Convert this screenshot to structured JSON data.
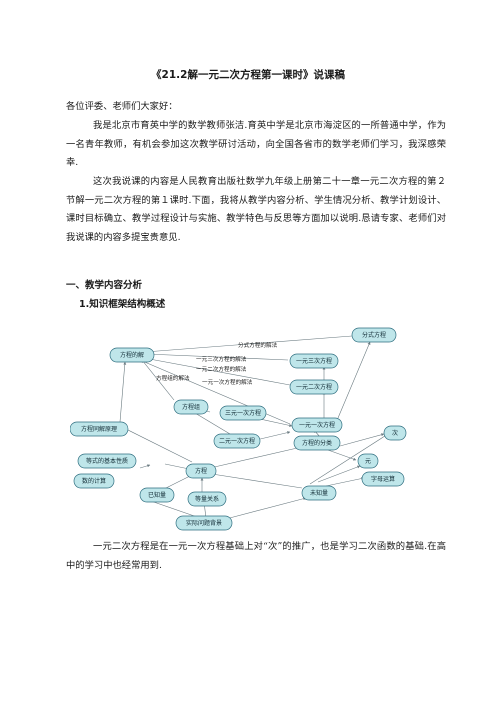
{
  "document": {
    "title": "《21.2解一元二次方程第一课时》说课稿",
    "greeting": "各位评委、老师们大家好：",
    "paragraph1": "我是北京市育英中学的数学教师张洁.育英中学是北京市海淀区的一所普通中学，作为一名青年教师，有机会参加这次教学研讨活动，向全国各省市的数学老师们学习，我深感荣幸.",
    "paragraph2": "这次我说课的内容是人民教育出版社数学九年级上册第二十一章一元二次方程的第２节解一元二次方程的第１课时.下面，我将从教学内容分析、学生情况分析、教学计划设计、课时目标确立、教学过程设计与实施、教学特色与反思等方面加以说明.恳请专家、老师们对我说课的内容多提宝贵意见.",
    "section1_heading": "一、教学内容分析",
    "subsection1_heading": "1.知识框架结构概述",
    "paragraph3": "一元二次方程是在一元一次方程基础上对“次”的推广，也是学习二次函数的基础.在高中的学习中也经常用到."
  },
  "diagram": {
    "node_color": "#bfe6ea",
    "node_stroke": "#2f6f80",
    "nodes": [
      {
        "id": "fenshi",
        "label": "分式方程"
      },
      {
        "id": "jie",
        "label": "方程的解"
      },
      {
        "id": "sanci",
        "label": "一元三次方程"
      },
      {
        "id": "erci",
        "label": "一元二次方程"
      },
      {
        "id": "zu",
        "label": "方程组"
      },
      {
        "id": "sanyuan",
        "label": "三元一次方程"
      },
      {
        "id": "yiyuan",
        "label": "一元一次方程"
      },
      {
        "id": "eryuan",
        "label": "二元一次方程"
      },
      {
        "id": "yuanli",
        "label": "方程同解原理"
      },
      {
        "id": "fenlei",
        "label": "方程的分类"
      },
      {
        "id": "ci",
        "label": "次"
      },
      {
        "id": "dengshi",
        "label": "等式的基本性质"
      },
      {
        "id": "fangcheng",
        "label": "方程"
      },
      {
        "id": "yuan",
        "label": "元"
      },
      {
        "id": "zimu",
        "label": "字母运算"
      },
      {
        "id": "shu",
        "label": "数的计算"
      },
      {
        "id": "yizhi",
        "label": "已知量"
      },
      {
        "id": "dengliang",
        "label": "等量关系"
      },
      {
        "id": "weizhi",
        "label": "未知量"
      },
      {
        "id": "beijing",
        "label": "实际问题背景"
      }
    ],
    "edge_labels": {
      "fenshi": "分式方程的解法",
      "sanci": "一元三次方程的解法",
      "erci": "一元二次方程的解法",
      "zu": "方程组的解法",
      "yici": "一元一次方程的解法"
    }
  }
}
